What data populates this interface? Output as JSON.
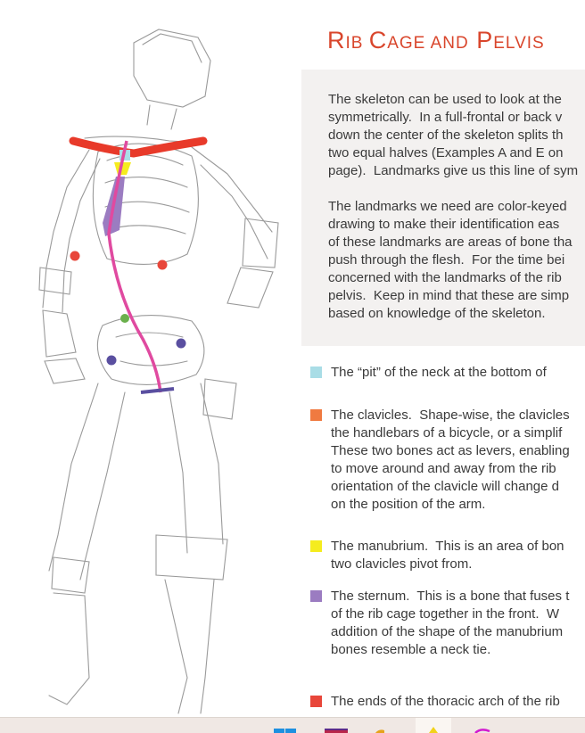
{
  "page": {
    "title_word1_big": "R",
    "title_word1_rest": "IB ",
    "title_word2_big": "C",
    "title_word2_rest": "AGE ",
    "title_conj": "AND",
    "title_word3_big": " P",
    "title_word3_rest": "ELVIS"
  },
  "intro": {
    "p1": "The skeleton can be used to look at the\nsymmetrically.  In a full-frontal or back v\ndown the center of the skeleton splits th\ntwo equal halves (Examples A and E on\npage).  Landmarks give us this line of sym",
    "p2": "The landmarks we need are color-keyed\ndrawing to make their identification eas\nof these landmarks are areas of bone tha\npush through the flesh.  For the time bei\nconcerned with the landmarks of the rib\npelvis.  Keep in mind that these are simp\nbased on knowledge of the skeleton."
  },
  "legend": [
    {
      "color": "#a9dde6",
      "text": "The “pit” of the neck at the bottom of"
    },
    {
      "color": "#f07a40",
      "text": "The clavicles.  Shape-wise, the clavicles\nthe handlebars of a bicycle, or a simplif\nThese two bones act as levers, enabling\nto move around and away from the rib\norientation of the clavicle will change d\non the position of the arm."
    },
    {
      "color": "#f5ec1e",
      "text": "The manubrium.  This is an area of bon\ntwo clavicles pivot from."
    },
    {
      "color": "#9b7cc1",
      "text": "The sternum.  This is a bone that fuses t\nof the rib cage together in the front.  W\naddition of the shape of the manubrium\nbones resemble a neck tie."
    },
    {
      "color": "#e8463a",
      "text": "The ends of the thoracic arch of the rib"
    }
  ],
  "colors": {
    "title": "#d9462c",
    "clavicle_stroke": "#e83a2a",
    "centerline": "#e04aa0",
    "green_dot": "#6ab04c",
    "purple_dot": "#5a4fa0"
  },
  "taskbar": {
    "icons": [
      "windows-icon",
      "media-icon",
      "folder-icon",
      "sticky-app-icon",
      "arc-icon"
    ]
  }
}
